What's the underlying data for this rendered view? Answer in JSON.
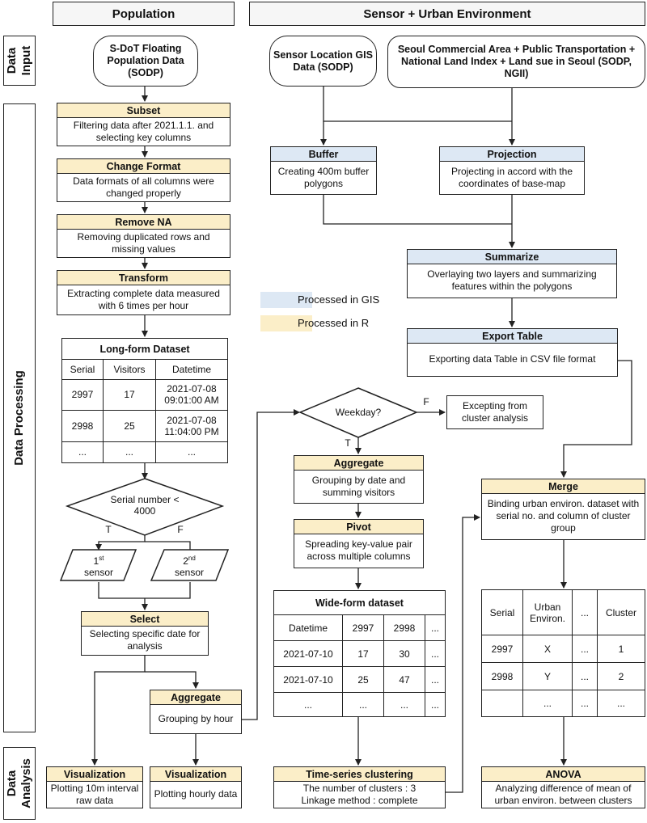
{
  "headers": {
    "population": "Population",
    "sensor": "Sensor + Urban Environment"
  },
  "side": {
    "input": "Data Input",
    "processing": "Data Processing",
    "analysis": "Data Analysis"
  },
  "sources": {
    "sdot": "S-DoT Floating Population Data (SODP)",
    "sensor_loc": "Sensor Location GIS Data (SODP)",
    "seoul": "Seoul Commercial Area + Public Transportation + National Land Index + Land sue in Seoul (SODP, NGII)"
  },
  "left": {
    "subset": {
      "title": "Subset",
      "body": "Filtering data after 2021.1.1. and selecting key columns"
    },
    "format": {
      "title": "Change Format",
      "body": "Data formats of all columns were changed properly"
    },
    "na": {
      "title": "Remove NA",
      "body": "Removing duplicated rows and missing values"
    },
    "transform": {
      "title": "Transform",
      "body": "Extracting complete data measured with 6 times per hour"
    },
    "long_table": {
      "title": "Long-form Dataset",
      "headers": [
        "Serial",
        "Visitors",
        "Datetime"
      ],
      "rows": [
        [
          "2997",
          "17",
          "2021-07-08 09:01:00 AM"
        ],
        [
          "2998",
          "25",
          "2021-07-08 11:04:00 PM"
        ],
        [
          "...",
          "...",
          "..."
        ]
      ]
    },
    "decision": {
      "text": "Serial number < 4000",
      "t": "T",
      "f": "F"
    },
    "sensor1": {
      "num": "1",
      "sup": "st",
      "label": "sensor"
    },
    "sensor2": {
      "num": "2",
      "sup": "nd",
      "label": "sensor"
    },
    "select": {
      "title": "Select",
      "body": "Selecting specific date for analysis"
    },
    "aggregate": {
      "title": "Aggregate",
      "body": "Grouping by hour"
    },
    "vis1": {
      "title": "Visualization",
      "body": "Plotting 10m interval raw data"
    },
    "vis2": {
      "title": "Visualization",
      "body": "Plotting hourly data"
    }
  },
  "legend": {
    "gis": "Processed in GIS",
    "r": "Processed in R",
    "gis_color": "#dde8f4",
    "r_color": "#fbeec8"
  },
  "right": {
    "buffer": {
      "title": "Buffer",
      "body": "Creating 400m buffer polygons"
    },
    "projection": {
      "title": "Projection",
      "body": "Projecting in accord with the coordinates of base-map"
    },
    "summarize": {
      "title": "Summarize",
      "body": "Overlaying two layers and summarizing features within the polygons"
    },
    "export": {
      "title": "Export Table",
      "body": "Exporting data Table in CSV file format"
    },
    "weekday": {
      "text": "Weekday?",
      "t": "T",
      "f": "F"
    },
    "excepting": "Excepting from cluster analysis",
    "aggregate": {
      "title": "Aggregate",
      "body": "Grouping by date and summing visitors"
    },
    "pivot": {
      "title": "Pivot",
      "body": "Spreading key-value pair across multiple columns"
    },
    "wide_table": {
      "title": "Wide-form dataset",
      "headers": [
        "Datetime",
        "2997",
        "2998",
        "..."
      ],
      "rows": [
        [
          "2021-07-10",
          "17",
          "30",
          "..."
        ],
        [
          "2021-07-10",
          "25",
          "47",
          "..."
        ],
        [
          "...",
          "...",
          "...",
          "..."
        ]
      ]
    },
    "clustering": {
      "title": "Time-series clustering",
      "line1": "The number of clusters : 3",
      "line2": "Linkage method : complete"
    },
    "merge": {
      "title": "Merge",
      "body": "Binding urban environ. dataset with serial no. and column of cluster group"
    },
    "merge_table": {
      "headers": [
        "Serial",
        "Urban Environ.",
        "...",
        "Cluster"
      ],
      "rows": [
        [
          "2997",
          "X",
          "...",
          "1"
        ],
        [
          "2998",
          "Y",
          "...",
          "2"
        ],
        [
          "",
          "...",
          "...",
          "..."
        ]
      ]
    },
    "anova": {
      "title": "ANOVA",
      "body": "Analyzing difference of mean of urban environ. between clusters"
    }
  }
}
